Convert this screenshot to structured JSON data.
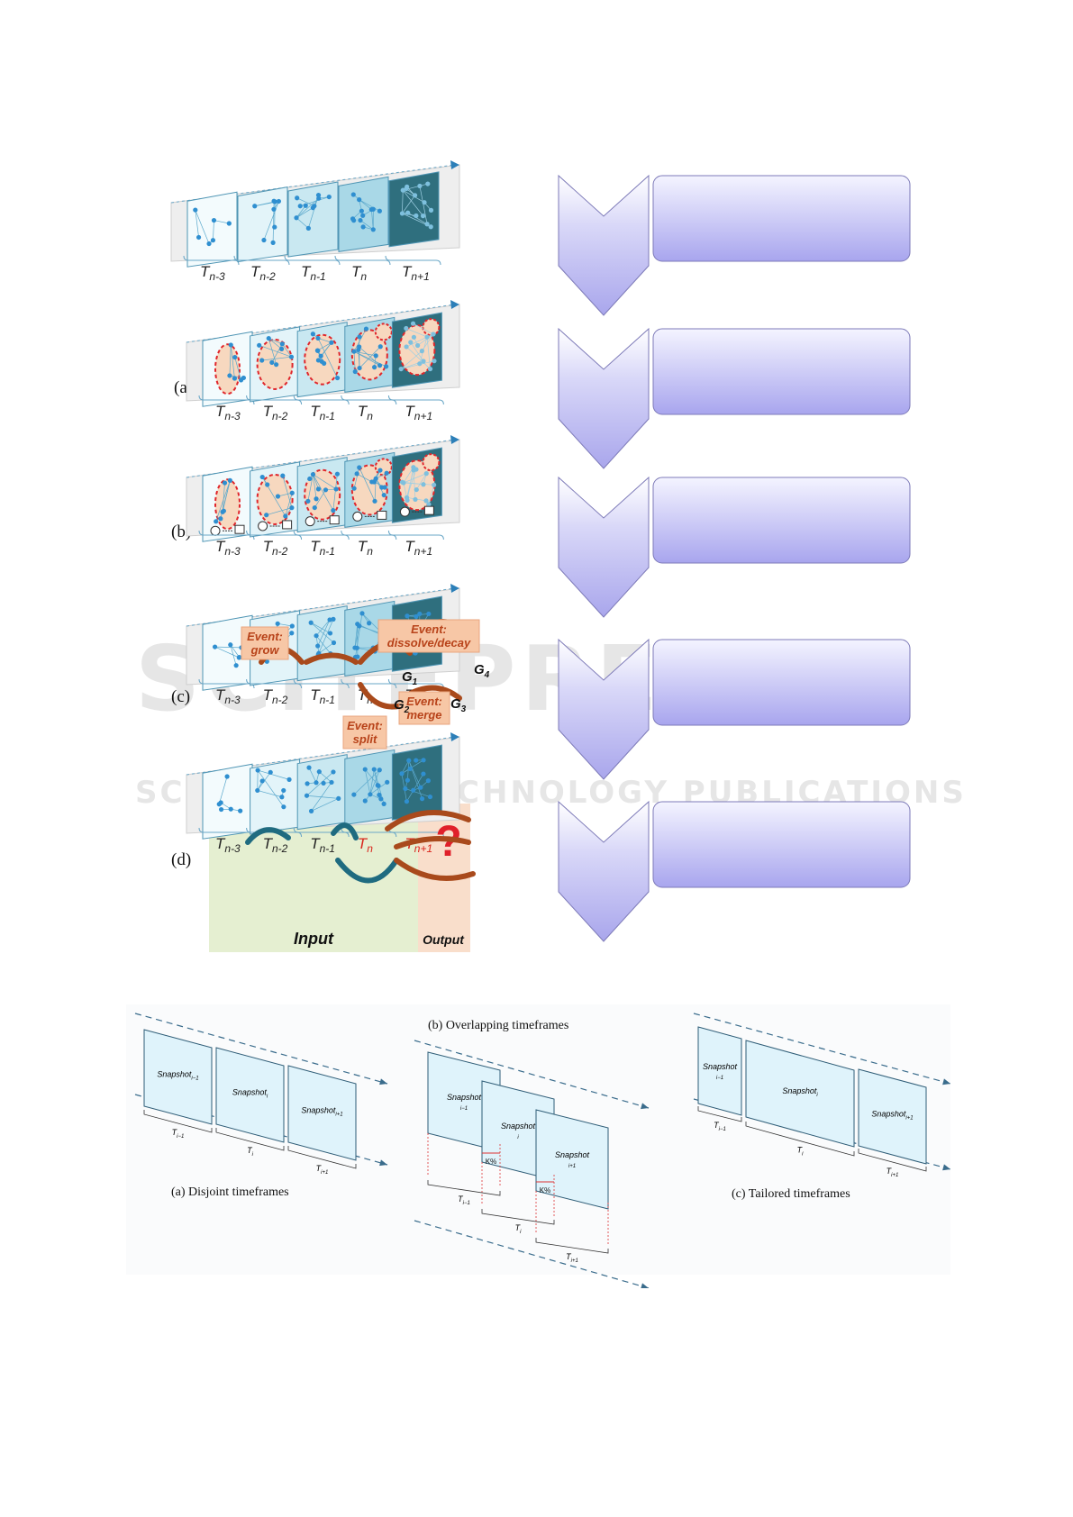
{
  "watermark": {
    "main": "SCITEPRESS",
    "sub": "SCIENCE AND TECHNOLOGY PUBLICATIONS"
  },
  "row_labels": [
    "(a)",
    "(b)",
    "(c)",
    "(d)"
  ],
  "timeframes": {
    "base": [
      "T",
      "T",
      "T",
      "T",
      "T"
    ],
    "subs": [
      "n-3",
      "n-2",
      "n-1",
      "n",
      "n+1"
    ]
  },
  "events": {
    "grow": "Event: grow",
    "dissolve": "Event: dissolve/decay",
    "split": "Event: split",
    "merge": "Event: merge"
  },
  "groups": [
    "G1",
    "G2",
    "G3",
    "G4"
  ],
  "input_label": "Input",
  "output_label": "Output",
  "question_mark": "?",
  "bottom_fig": {
    "caption_a": "(a) Disjoint timeframes",
    "caption_b": "(b) Overlapping timeframes",
    "caption_c": "(c) Tailored timeframes",
    "snapshot": "Snapshot",
    "snap_subs": [
      "i−1",
      "i",
      "i+1"
    ],
    "t_subs": [
      "i−1",
      "i",
      "i+1"
    ],
    "overlap_label": "K%"
  },
  "colors": {
    "panel_light": "#e8f6fb",
    "panel_dark": "#2f6f7e",
    "node": "#2f8fd0",
    "community_fill": "#f7d8bf",
    "community_edge": "#e0262b",
    "event_arrow": "#a94a1c",
    "event_box": "#f7c7a6",
    "arrow_purple": "#b8b6f0",
    "input_bg": "#e1ecc9",
    "output_bg": "#f8d8c2"
  }
}
